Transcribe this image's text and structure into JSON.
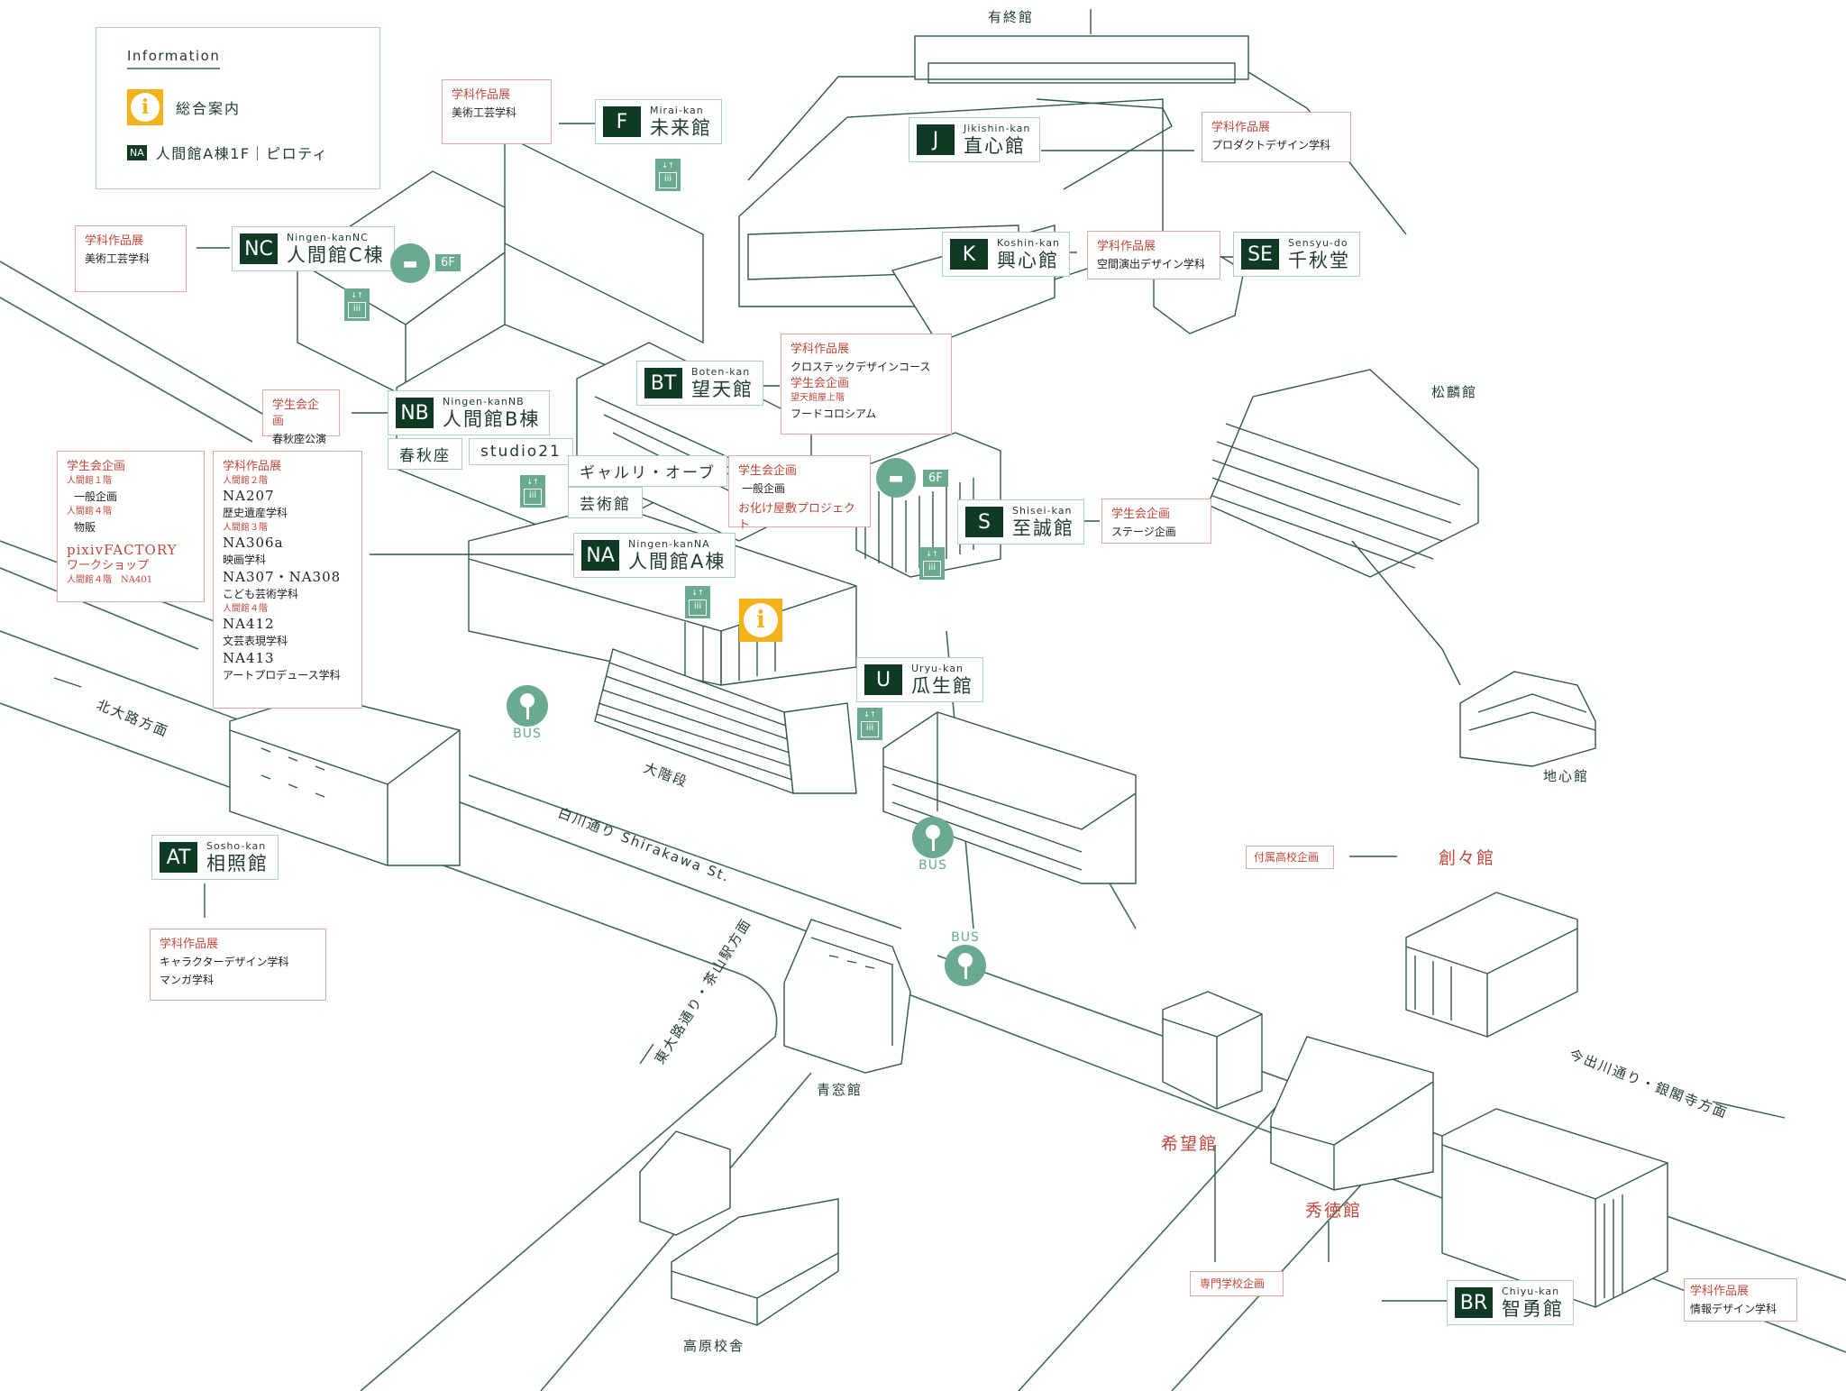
{
  "legend": {
    "title": "Information",
    "info_label": "総合案内",
    "info_icon": "info-icon",
    "location_code": "NA",
    "location_text": "人間館A棟1F｜ピロティ"
  },
  "buildings": {
    "mirai": {
      "code": "F",
      "roman": "Mirai-kan",
      "kanji": "未来館"
    },
    "jikishin": {
      "code": "J",
      "roman": "Jikishin-kan",
      "kanji": "直心館"
    },
    "koshin": {
      "code": "K",
      "roman": "Koshin-kan",
      "kanji": "興心館"
    },
    "sensyu": {
      "code": "SE",
      "roman": "Sensyu-do",
      "kanji": "千秋堂"
    },
    "ningen_nc": {
      "code": "NC",
      "roman": "Ningen-kanNC",
      "kanji": "人間館C棟"
    },
    "ningen_nb": {
      "code": "NB",
      "roman": "Ningen-kanNB",
      "kanji": "人間館B棟"
    },
    "boten": {
      "code": "BT",
      "roman": "Boten-kan",
      "kanji": "望天館"
    },
    "ningen_na": {
      "code": "NA",
      "roman": "Ningen-kanNA",
      "kanji": "人間館A棟"
    },
    "shisei": {
      "code": "S",
      "roman": "Shisei-kan",
      "kanji": "至誠館"
    },
    "uryu": {
      "code": "U",
      "roman": "Uryu-kan",
      "kanji": "瓜生館"
    },
    "sosho": {
      "code": "AT",
      "roman": "Sosho-kan",
      "kanji": "相照館"
    },
    "chiyu": {
      "code": "BR",
      "roman": "Chiyu-kan",
      "kanji": "智勇館"
    }
  },
  "sub_labels": {
    "shunjuza": "春秋座",
    "studio21": "studio21",
    "gallery": "ギャルリ・オーブ",
    "geijutsukan": "芸術館"
  },
  "plain_labels": {
    "yushu": "有終館",
    "shorin": "松麟館",
    "chishin": "地心館",
    "seiso": "青窓館",
    "takahara": "高原校舎",
    "daikaidan": "大階段"
  },
  "red_labels": {
    "soso": "創々館",
    "kibo": "希望館",
    "shutoku": "秀徳館"
  },
  "roads": {
    "shirakawa": "白川通り Shirakawa St.",
    "kitaoji": "北大路方面",
    "higashioji": "東大路通り・茶山駅方面",
    "imadegawa": "今出川通り・銀閣寺方面"
  },
  "icons": {
    "bus_label": "BUS",
    "smoking_floor": "6F",
    "elevator_arrows": "↓↑"
  },
  "events": {
    "mirai": {
      "cat": "学科作品展",
      "items": [
        "美術工芸学科"
      ]
    },
    "ningen_nc": {
      "cat": "学科作品展",
      "items": [
        "美術工芸学科"
      ]
    },
    "jikishin": {
      "cat": "学科作品展",
      "items": [
        "プロダクトデザイン学科"
      ]
    },
    "koshin": {
      "cat": "学科作品展",
      "items": [
        "空間演出デザイン学科"
      ]
    },
    "boten": {
      "cat1": "学科作品展",
      "item1": "クロステックデザインコース",
      "cat2": "学生会企画",
      "sub2": "望天館屋上階",
      "item2": "フードコロシアム"
    },
    "ningen_nb": {
      "cat": "学生会企画",
      "items": [
        "春秋座公演"
      ]
    },
    "student_na": {
      "cat": "学生会企画",
      "floor1": "人間館１階",
      "item1": "一般企画",
      "floor4": "人間館４階",
      "item4": "物販",
      "pixiv": "pixivFACTORY",
      "workshop": "ワークショップ",
      "workshop_loc": "人間館４階　NA401"
    },
    "dept_na": {
      "cat": "学科作品展",
      "floors": [
        {
          "floor": "人間館２階",
          "rooms": [
            {
              "room": "NA207",
              "dept": "歴史遺産学科"
            }
          ]
        },
        {
          "floor": "人間館３階",
          "rooms": [
            {
              "room": "NA306a",
              "dept": "映画学科"
            },
            {
              "room": "NA307・NA308",
              "dept": "こども芸術学科"
            }
          ]
        },
        {
          "floor": "人間館４階",
          "rooms": [
            {
              "room": "NA412",
              "dept": "文芸表現学科"
            },
            {
              "room": "NA413",
              "dept": "アートプロデュース学科"
            }
          ]
        }
      ]
    },
    "gallery": {
      "cat": "学生会企画",
      "item": "一般企画",
      "red_item": "お化け屋敷プロジェクト"
    },
    "shisei": {
      "cat": "学生会企画",
      "items": [
        "ステージ企画"
      ]
    },
    "sosho": {
      "cat": "学科作品展",
      "items": [
        "キャラクターデザイン学科",
        "マンガ学科"
      ]
    },
    "soso": {
      "label": "付属高校企画"
    },
    "kibo_shutoku": {
      "label": "専門学校企画"
    },
    "chiyu": {
      "cat": "学科作品展",
      "items": [
        "情報デザイン学科"
      ]
    }
  },
  "colors": {
    "brand_green": "#0f3a24",
    "accent_green": "#6aaa8f",
    "tag_border": "#a8d3c2",
    "event_red": "#c0473a",
    "event_border": "#e6a89a",
    "info_yellow": "#f3b11a"
  }
}
